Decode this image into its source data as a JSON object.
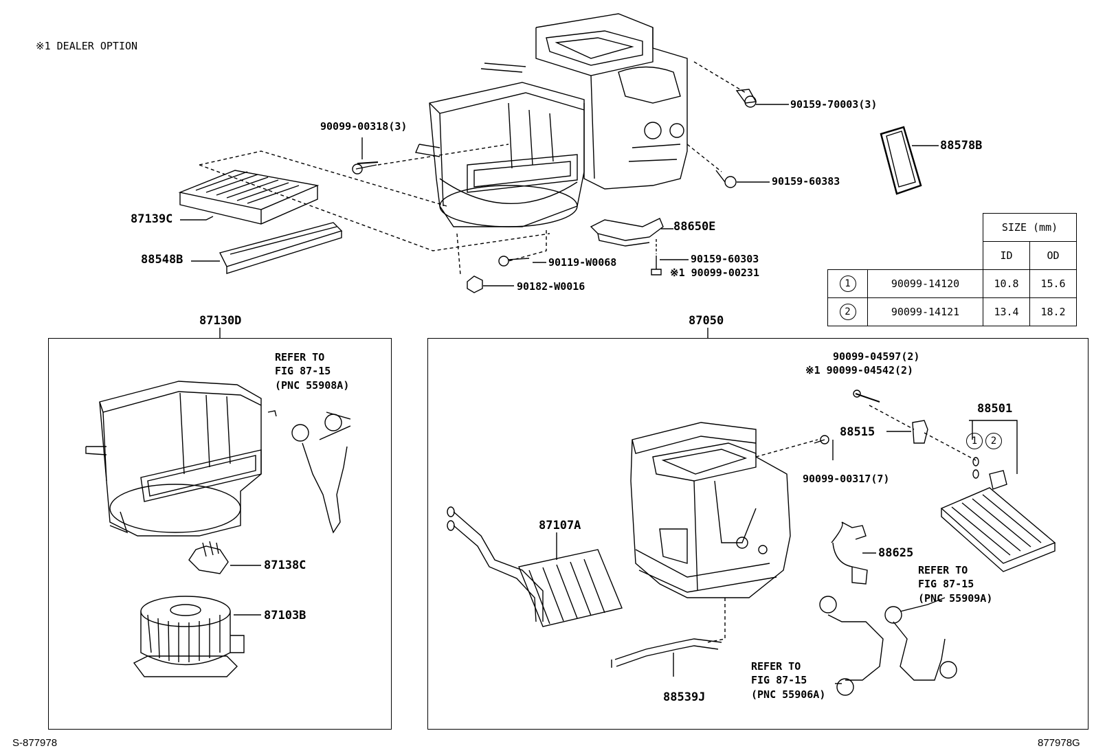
{
  "note": "※1 DEALER OPTION",
  "labels": {
    "p90099_00318": "90099-00318(3)",
    "p90159_70003": "90159-70003(3)",
    "p88578B": "88578B",
    "p90159_60383": "90159-60383",
    "p87139C": "87139C",
    "p88548B": "88548B",
    "p88650E": "88650E",
    "p90119_W0068": "90119-W0068",
    "p90159_60303": "90159-60303",
    "p90099_00231": "※1 90099-00231",
    "p90182_W0016": "90182-W0016",
    "p87130D": "87130D",
    "p87050": "87050",
    "p87138C": "87138C",
    "p87103B": "87103B",
    "p90099_04597": "90099-04597(2)",
    "p90099_04542": "※1 90099-04542(2)",
    "p88515": "88515",
    "p88501": "88501",
    "p90099_00317": "90099-00317(7)",
    "p87107A": "87107A",
    "p88625": "88625",
    "p88539J": "88539J"
  },
  "refer_notes": {
    "left": [
      "REFER TO",
      "FIG 87-15",
      "(PNC 55908A)"
    ],
    "right": [
      "REFER TO",
      "FIG 87-15",
      "(PNC 55909A)"
    ],
    "bottom": [
      "REFER TO",
      "FIG 87-15",
      "(PNC 55906A)"
    ]
  },
  "size_table": {
    "header": "SIZE (mm)",
    "col_id": "ID",
    "col_od": "OD",
    "rows": [
      {
        "marker": "1",
        "part": "90099-14120",
        "id": "10.8",
        "od": "15.6"
      },
      {
        "marker": "2",
        "part": "90099-14121",
        "id": "13.4",
        "od": "18.2"
      }
    ]
  },
  "group_markers": {
    "first": "1",
    "second": "2"
  },
  "footer": {
    "left": "S-877978",
    "right": "877978G"
  }
}
